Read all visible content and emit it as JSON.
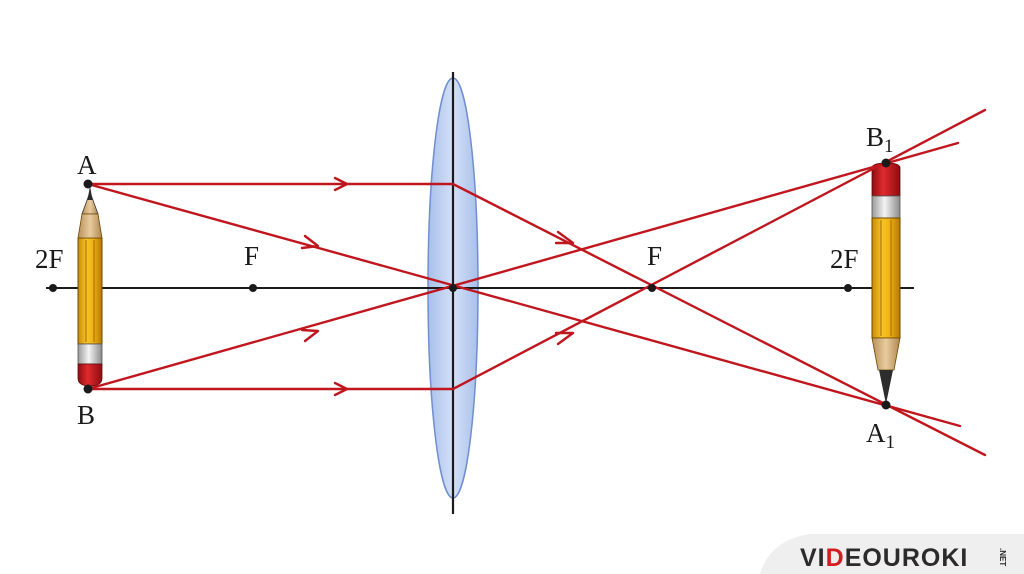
{
  "labels": {
    "A": "A",
    "B": "B",
    "A1_base": "A",
    "A1_sub": "1",
    "B1_base": "B",
    "B1_sub": "1",
    "twoF_left": "2F",
    "F_left": "F",
    "F_right": "F",
    "twoF_right": "2F"
  },
  "logo": {
    "text_a": "VI",
    "text_b": "D",
    "text_c": "EOUROKI",
    "suffix": ".NET"
  },
  "colors": {
    "ray": "#c0161e",
    "axis": "#1a1a1a",
    "lens_fill": "#b9cdf0",
    "lens_stroke": "#6f8fcf",
    "pencil_body": "#f2b416",
    "pencil_eraser": "#c8161b",
    "logo_accent": "#d21d22"
  }
}
